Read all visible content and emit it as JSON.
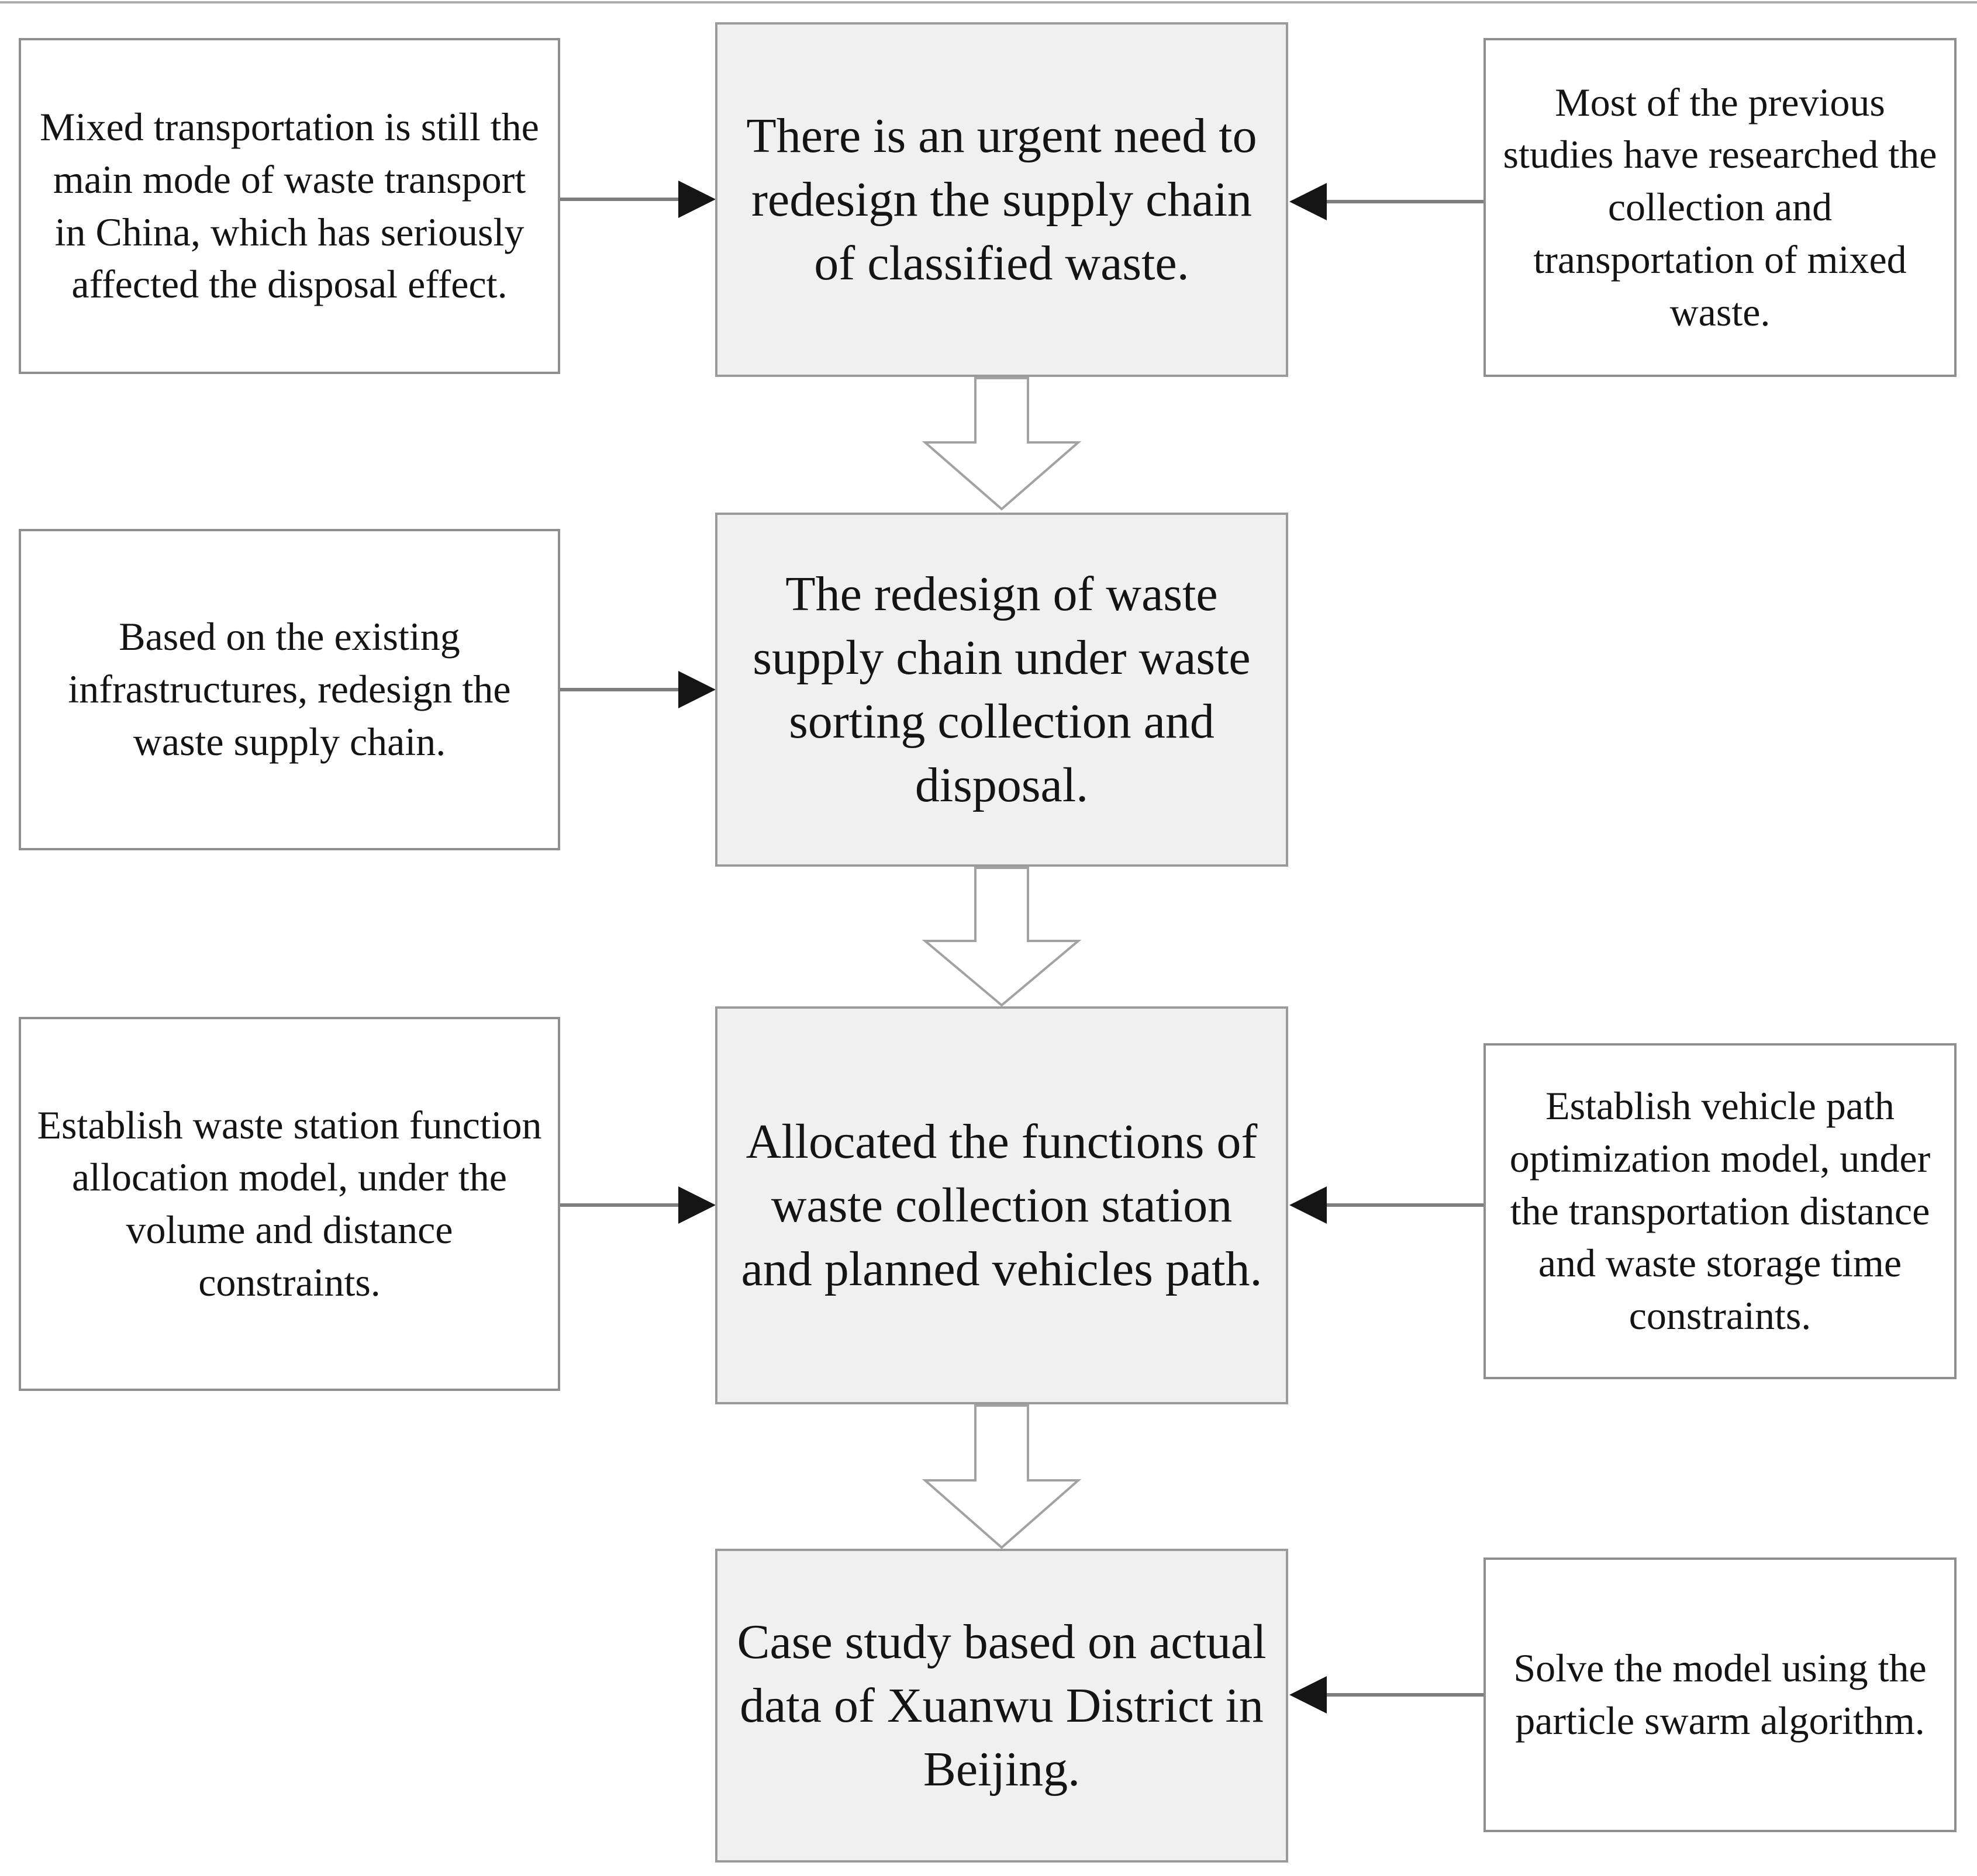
{
  "figure": {
    "type": "flowchart",
    "background": "#ffffff",
    "colors": {
      "center_box_fill": "#f0f0f0",
      "center_box_border": "#9b9b9b",
      "side_box_fill": "#ffffff",
      "side_box_border": "#8f8f8f",
      "connector_line": "#7d7d7d",
      "connector_arrowhead": "#151515",
      "block_arrow_fill": "#ffffff",
      "block_arrow_outline": "#a2a2a2",
      "text": "#141414"
    },
    "nodes": {
      "row1_left": {
        "text": "Mixed transportation is still the main mode of waste transport in China, which has seriously affected the disposal effect."
      },
      "row1_center": {
        "text": "There is an urgent need to redesign the supply chain of classified waste."
      },
      "row1_right": {
        "text": "Most of the previous studies have researched the collection and transportation of mixed waste."
      },
      "row2_left": {
        "text": "Based on the existing infrastructures, redesign the waste supply chain."
      },
      "row2_center": {
        "text": "The redesign of waste supply chain under waste sorting collection and disposal."
      },
      "row3_left": {
        "text": "Establish waste station function allocation model, under the volume and distance constraints."
      },
      "row3_center": {
        "text": "Allocated the functions of waste collection station and planned vehicles path."
      },
      "row3_right": {
        "text": "Establish vehicle path optimization model, under the transportation distance and waste storage time constraints."
      },
      "row4_center": {
        "text": "Case study based on actual data of Xuanwu District in Beijing."
      },
      "row4_right": {
        "text": "Solve the model using the particle swarm algorithm."
      }
    },
    "flows": [
      {
        "from": "row1_left",
        "to": "row1_center",
        "style": "thin-arrow-right"
      },
      {
        "from": "row1_right",
        "to": "row1_center",
        "style": "thin-arrow-left"
      },
      {
        "from": "row1_center",
        "to": "row2_center",
        "style": "hollow-block-arrow-down"
      },
      {
        "from": "row2_left",
        "to": "row2_center",
        "style": "thin-arrow-right"
      },
      {
        "from": "row2_center",
        "to": "row3_center",
        "style": "hollow-block-arrow-down"
      },
      {
        "from": "row3_left",
        "to": "row3_center",
        "style": "thin-arrow-right"
      },
      {
        "from": "row3_right",
        "to": "row3_center",
        "style": "thin-arrow-left"
      },
      {
        "from": "row3_center",
        "to": "row4_center",
        "style": "hollow-block-arrow-down"
      },
      {
        "from": "row4_right",
        "to": "row4_center",
        "style": "thin-arrow-left"
      }
    ]
  }
}
